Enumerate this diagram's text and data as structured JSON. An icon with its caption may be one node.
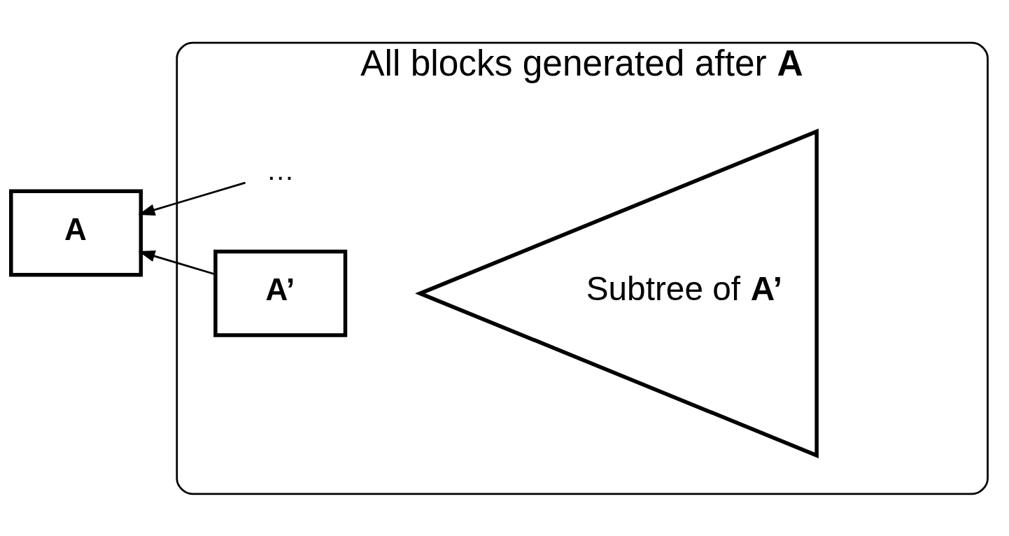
{
  "diagram": {
    "nodes": [
      {
        "text": [
          "All blocks generated after **A**"
        ]
      },
      {
        "text": [
          "A"
        ]
      },
      {
        "text": [
          "…"
        ],
        "in": 0
      },
      {
        "text": [
          "A’"
        ],
        "in": 0
      },
      {
        "text": [
          "Subtree of **A’**"
        ],
        "in": 0
      }
    ],
    "edges": [
      {
        "from": 2,
        "to": 1,
        "arrow": "to"
      },
      {
        "from": 3,
        "to": 1,
        "arrow": "to"
      }
    ]
  }
}
